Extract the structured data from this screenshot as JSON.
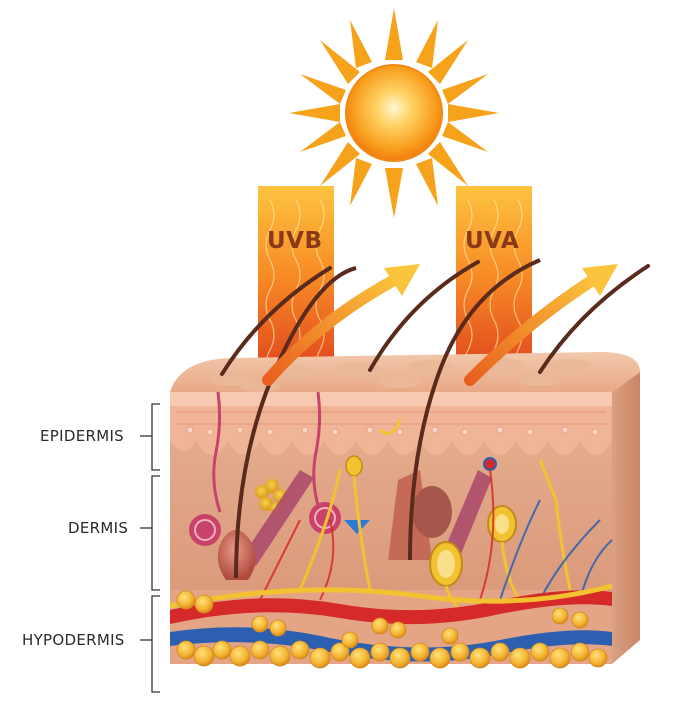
{
  "rays": {
    "uvb": "UVB",
    "uva": "UVA"
  },
  "layers": {
    "epidermis": "EPIDERMIS",
    "dermis": "DERMIS",
    "hypodermis": "HYPODERMIS"
  },
  "colors": {
    "sun_core": "#fbb03b",
    "sun_rays": "#f7a21b",
    "beam_top": "#fdbf3a",
    "beam_bottom": "#e0401c",
    "epidermis": "#f0b89a",
    "dermis": "#d89878",
    "hypodermis_fat": "#f5b833",
    "artery": "#d62a2a",
    "vein": "#2c5fb0",
    "nerve": "#f2c230"
  }
}
